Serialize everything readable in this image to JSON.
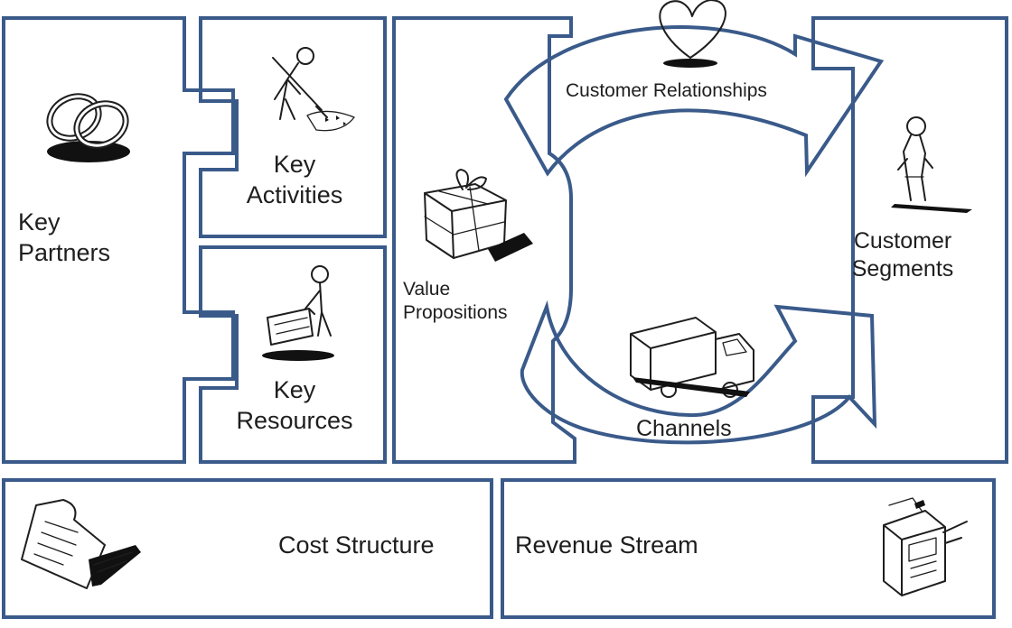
{
  "canvas": {
    "key_partners": {
      "line1": "Key",
      "line2": "Partners"
    },
    "key_activities": {
      "line1": "Key",
      "line2": "Activities"
    },
    "key_resources": {
      "line1": "Key",
      "line2": "Resources"
    },
    "value_propositions": {
      "line1": "Value",
      "line2": "Propositions"
    },
    "customer_relationships": {
      "label": "Customer Relationships"
    },
    "channels": {
      "label": "Channels"
    },
    "customer_segments": {
      "line1": "Customer",
      "line2": "Segments"
    },
    "cost_structure": {
      "label": "Cost Structure"
    },
    "revenue_stream": {
      "label": "Revenue Stream"
    }
  },
  "colors": {
    "border": "#3a5a8a",
    "ink": "#1e1e1e",
    "background": "#ffffff"
  },
  "icons": [
    "rings-icon",
    "worker-shoveling-icon",
    "person-pushing-cart-icon",
    "gift-box-icon",
    "heart-icon",
    "standing-person-icon",
    "delivery-truck-icon",
    "invoice-paper-icon",
    "cash-register-icon"
  ]
}
